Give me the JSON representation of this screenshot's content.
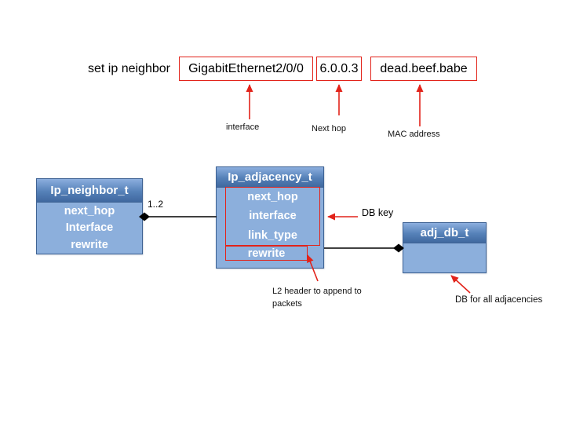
{
  "colors": {
    "accent_red": "#e2231a",
    "class_header_blue": "#5581b8",
    "class_body_blue": "#8cafdc",
    "class_border_blue": "#3e6293",
    "connector_black": "#000000"
  },
  "command": {
    "label": "set ip neighbor",
    "args": [
      {
        "value": "GigabitEthernet2/0/0",
        "annotation": "interface"
      },
      {
        "value": "6.0.0.3",
        "annotation": "Next hop"
      },
      {
        "value": "dead.beef.babe",
        "annotation": "MAC address"
      }
    ]
  },
  "classes": {
    "ip_neighbor": {
      "title": "Ip_neighbor_t",
      "fields": [
        "next_hop",
        "Interface",
        "rewrite"
      ]
    },
    "ip_adjacency": {
      "title": "Ip_adjacency_t",
      "db_key_fields": [
        "next_hop",
        "interface",
        "link_type"
      ],
      "rewrite_field": "rewrite"
    },
    "adj_db": {
      "title": "adj_db_t"
    }
  },
  "relations": {
    "neighbor_to_adjacency_multiplicity": "1..2"
  },
  "annotations": {
    "db_key": "DB key",
    "l2_header": {
      "line1": "L2 header to append to",
      "line2": "packets"
    },
    "db_for_all": "DB for all adjacencies"
  }
}
